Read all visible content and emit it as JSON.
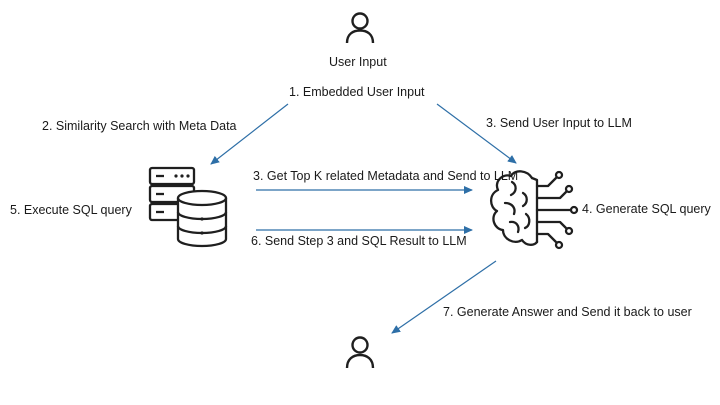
{
  "diagram": {
    "user_input_label": "User Input",
    "steps": {
      "s1": "1. Embedded User Input",
      "s2": "2. Similarity Search with Meta Data",
      "s3a": "3. Send User Input to LLM",
      "s3b": "3. Get Top K related Metadata and Send to LLM",
      "s4": "4. Generate SQL query",
      "s5": "5. Execute SQL query",
      "s6": "6. Send Step 3 and SQL Result to LLM",
      "s7": "7. Generate Answer and Send it back to user"
    },
    "icons": [
      "user-icon",
      "database-server-icon",
      "brain-ai-icon",
      "user-icon"
    ],
    "colors": {
      "arrow": "#2e6fa7",
      "icon": "#1f1f1f",
      "text": "#1a1a1a"
    }
  }
}
